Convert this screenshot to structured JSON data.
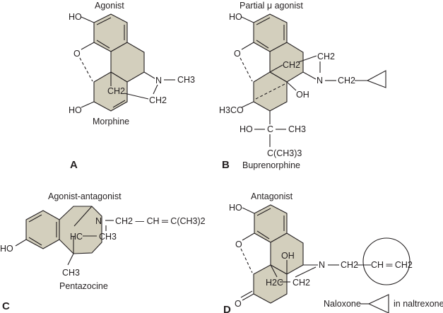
{
  "figure": {
    "colors": {
      "ring_fill": "#d3cfbd",
      "ink": "#231f20",
      "background": "#ffffff"
    },
    "panels": [
      {
        "letter": "A",
        "category": "Agonist",
        "name": "Morphine",
        "labels": {
          "ho_top": "HO",
          "ho_bottom": "HO",
          "o": "O",
          "n": "N",
          "ch3": "CH3",
          "ch2_a": "CH2",
          "ch2_b": "CH2"
        }
      },
      {
        "letter": "B",
        "category": "Partial μ agonist",
        "name": "Buprenorphine",
        "labels": {
          "ho_top": "HO",
          "o": "O",
          "ch2_bridge": "CH2",
          "ch2_top": "CH2",
          "n": "N",
          "ch2_n": "CH2",
          "oh": "OH",
          "h3co": "H3CO",
          "ho_side": "HO",
          "c": "C",
          "ch3": "CH3",
          "tbutyl": "C(CH3)3"
        }
      },
      {
        "letter": "C",
        "category": "Agonist-antagonist",
        "name": "Pentazocine",
        "labels": {
          "ho": "HO",
          "n": "N",
          "chain": "CH2 — CH ═ C(CH3)2",
          "hc": "HC",
          "ch3_inner": "CH3",
          "ch3_bottom": "CH3"
        }
      },
      {
        "letter": "D",
        "category": "Antagonist",
        "name": "Naloxone",
        "alt_name_note": "in naltrexone",
        "labels": {
          "ho_top": "HO",
          "o": "O",
          "oh": "OH",
          "h2c": "H2C",
          "ch2": "CH2",
          "n": "N",
          "ch2_n": "CH2",
          "allyl": "CH ═ CH2",
          "keto_o": "O"
        }
      }
    ]
  }
}
